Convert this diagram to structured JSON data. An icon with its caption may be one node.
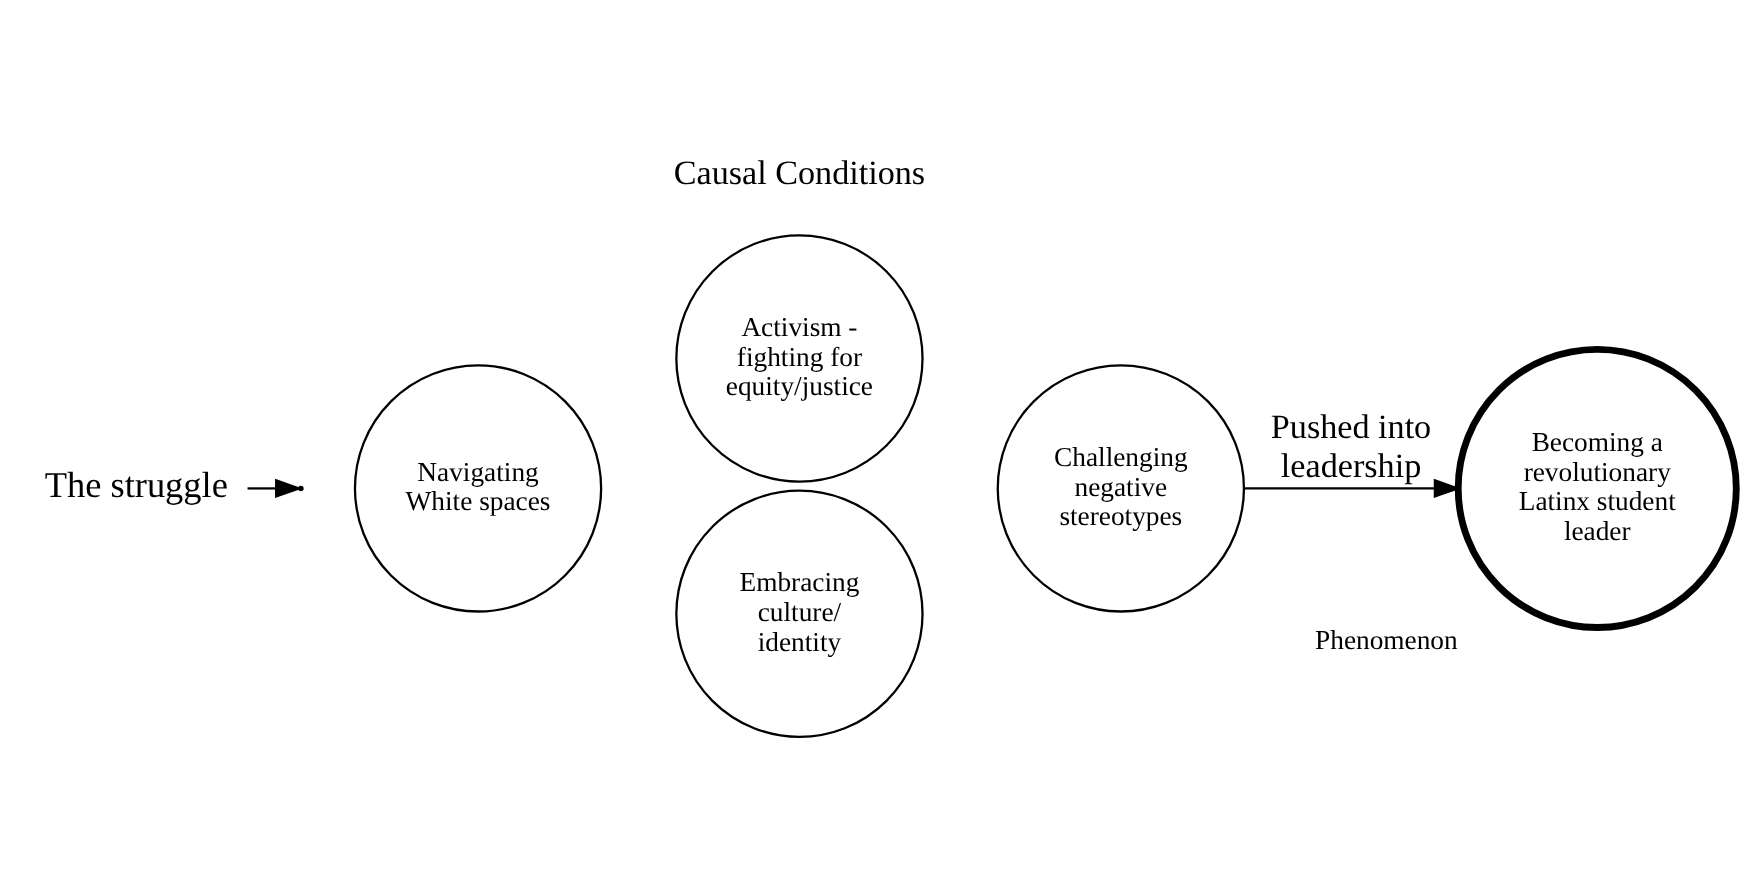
{
  "diagram": {
    "nodes": [
      {
        "text": [
          "The struggle"
        ]
      },
      {
        "text": [
          "Activism - fighting for equity/justice"
        ]
      },
      {
        "text": [
          "Navigating White spaces"
        ]
      },
      {
        "text": [
          "Challenging negative stereotypes"
        ]
      },
      {
        "text": [
          "Embracing culture/ identity"
        ]
      },
      {
        "text": [
          "Phenomenon",
          "Becoming a revolutionary Latinx student leader"
        ]
      }
    ],
    "edges": [
      {
        "from": 0,
        "to": null,
        "arrow": "to"
      },
      {
        "from": 3,
        "to": 5,
        "label": "Pushed into leadership",
        "arrow": "to"
      }
    ],
    "labels": [
      "Causal Conditions"
    ]
  }
}
